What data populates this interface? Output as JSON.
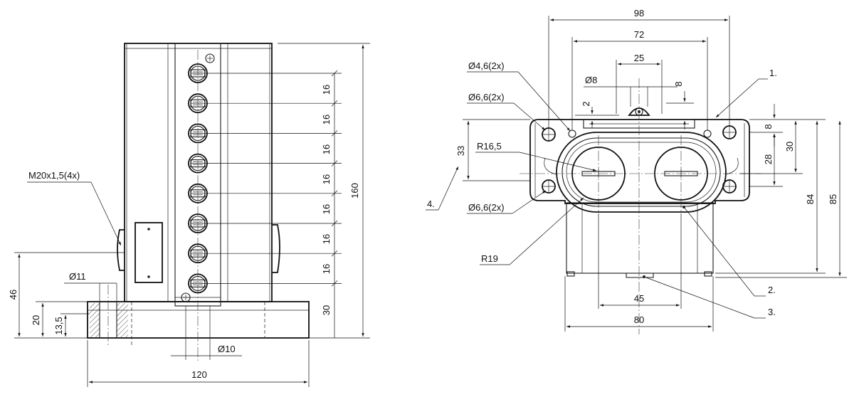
{
  "side_view": {
    "dims": {
      "m20": "M20x1,5(4x)",
      "d11": "Ø11",
      "d10": "Ø10",
      "w120": "120",
      "h46": "46",
      "h20": "20",
      "h135": "13,5",
      "h30": "30",
      "h160": "160",
      "pitch": [
        "16",
        "16",
        "16",
        "16",
        "16",
        "16",
        "16"
      ]
    }
  },
  "top_view": {
    "dims": {
      "w98": "98",
      "w72": "72",
      "w25": "25",
      "d8": "Ø8",
      "v8a": "8",
      "v2": "2",
      "d46": "Ø4,6(2x)",
      "d66a": "Ø6,6(2x)",
      "d66b": "Ø6,6(2x)",
      "r165": "R16,5",
      "r19": "R19",
      "h33": "33",
      "h8": "8",
      "h28": "28",
      "h30": "30",
      "h84": "84",
      "h85": "85",
      "w45": "45",
      "w80": "80"
    },
    "callouts": {
      "c1": "1.",
      "c2": "2.",
      "c3": "3.",
      "c4": "4."
    }
  }
}
